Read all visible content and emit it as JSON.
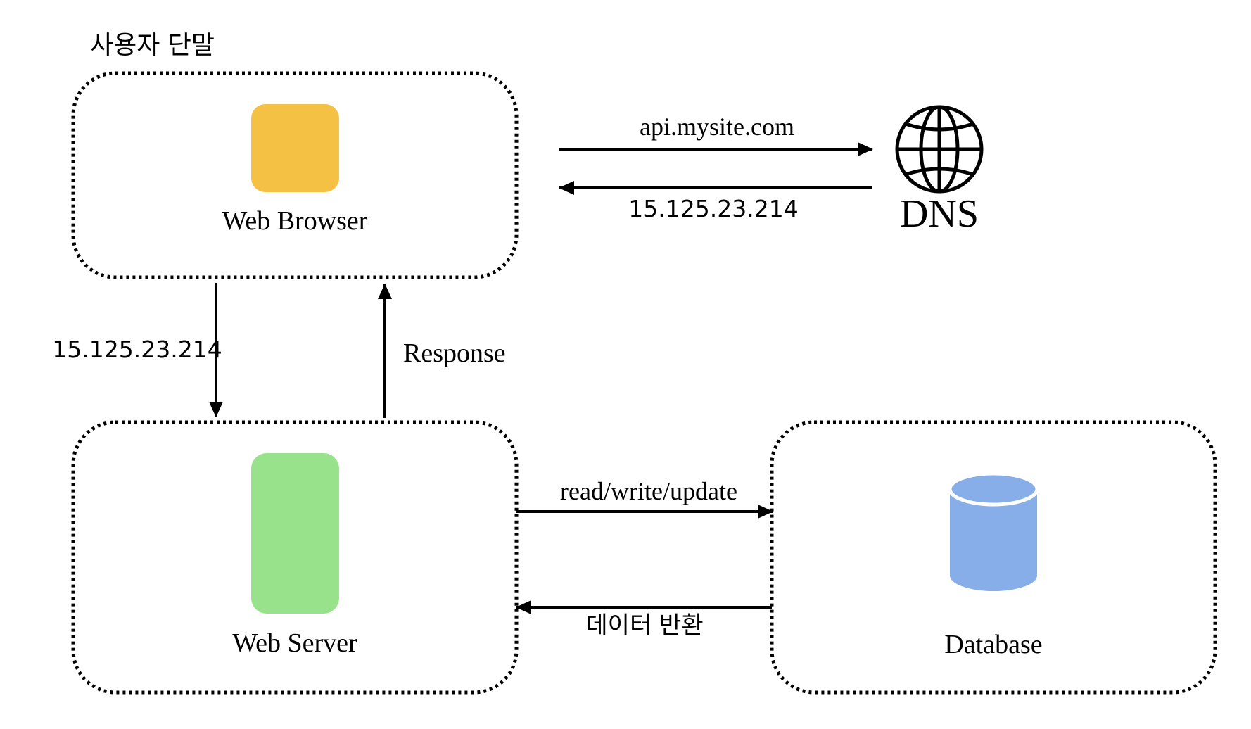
{
  "group_label": "사용자 단말",
  "nodes": {
    "web_browser": {
      "label": "Web Browser",
      "color": "#F4C145"
    },
    "web_server": {
      "label": "Web Server",
      "color": "#98E28C"
    },
    "database": {
      "label": "Database",
      "color": "#87AEE8"
    },
    "dns": {
      "label": "DNS",
      "icon": "globe-icon"
    }
  },
  "edges": {
    "browser_to_dns": "api.mysite.com",
    "dns_to_browser": "15.125.23.214",
    "browser_to_server": "15.125.23.214",
    "server_to_browser": "Response",
    "server_to_database": "read/write/update",
    "database_to_server": "데이터 반환"
  }
}
